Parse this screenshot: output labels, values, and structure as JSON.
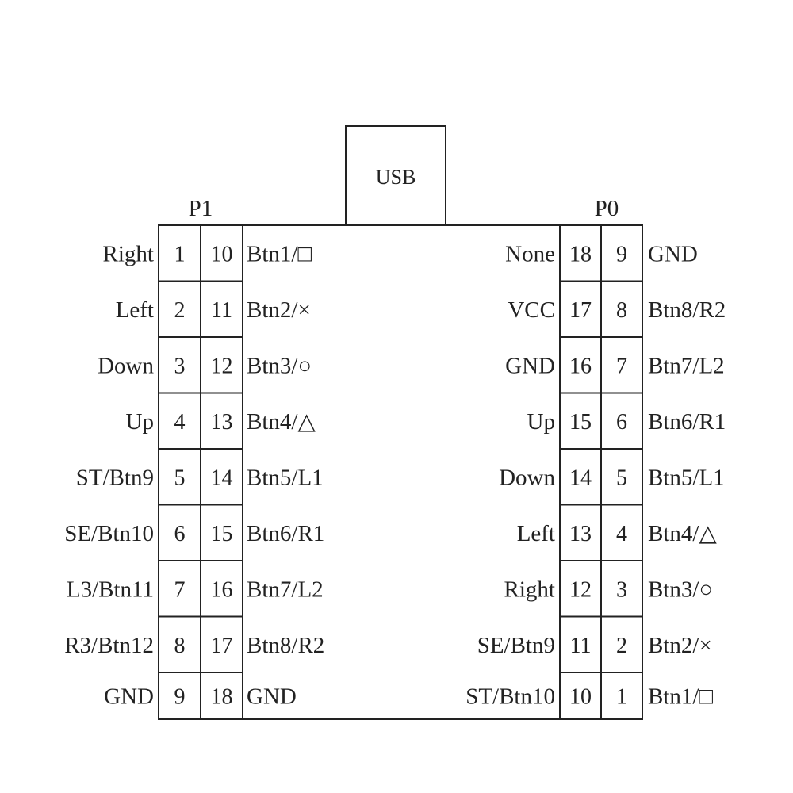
{
  "usb": {
    "label": "USB"
  },
  "headers": [
    {
      "id": "p1",
      "label": "P1",
      "rows": [
        {
          "left_label": "Right",
          "col1": "1",
          "col2": "10",
          "right_label": "Btn1/□"
        },
        {
          "left_label": "Left",
          "col1": "2",
          "col2": "11",
          "right_label": "Btn2/×"
        },
        {
          "left_label": "Down",
          "col1": "3",
          "col2": "12",
          "right_label": "Btn3/○"
        },
        {
          "left_label": "Up",
          "col1": "4",
          "col2": "13",
          "right_label": "Btn4/△"
        },
        {
          "left_label": "ST/Btn9",
          "col1": "5",
          "col2": "14",
          "right_label": "Btn5/L1"
        },
        {
          "left_label": "SE/Btn10",
          "col1": "6",
          "col2": "15",
          "right_label": "Btn6/R1"
        },
        {
          "left_label": "L3/Btn11",
          "col1": "7",
          "col2": "16",
          "right_label": "Btn7/L2"
        },
        {
          "left_label": "R3/Btn12",
          "col1": "8",
          "col2": "17",
          "right_label": "Btn8/R2"
        },
        {
          "left_label": "GND",
          "col1": "9",
          "col2": "18",
          "right_label": "GND"
        }
      ]
    },
    {
      "id": "p0",
      "label": "P0",
      "rows": [
        {
          "left_label": "None",
          "col1": "18",
          "col2": "9",
          "right_label": "GND"
        },
        {
          "left_label": "VCC",
          "col1": "17",
          "col2": "8",
          "right_label": "Btn8/R2"
        },
        {
          "left_label": "GND",
          "col1": "16",
          "col2": "7",
          "right_label": "Btn7/L2"
        },
        {
          "left_label": "Up",
          "col1": "15",
          "col2": "6",
          "right_label": "Btn6/R1"
        },
        {
          "left_label": "Down",
          "col1": "14",
          "col2": "5",
          "right_label": "Btn5/L1"
        },
        {
          "left_label": "Left",
          "col1": "13",
          "col2": "4",
          "right_label": "Btn4/△"
        },
        {
          "left_label": "Right",
          "col1": "12",
          "col2": "3",
          "right_label": "Btn3/○"
        },
        {
          "left_label": "SE/Btn9",
          "col1": "11",
          "col2": "2",
          "right_label": "Btn2/×"
        },
        {
          "left_label": "ST/Btn10",
          "col1": "10",
          "col2": "1",
          "right_label": "Btn1/□"
        }
      ]
    }
  ]
}
